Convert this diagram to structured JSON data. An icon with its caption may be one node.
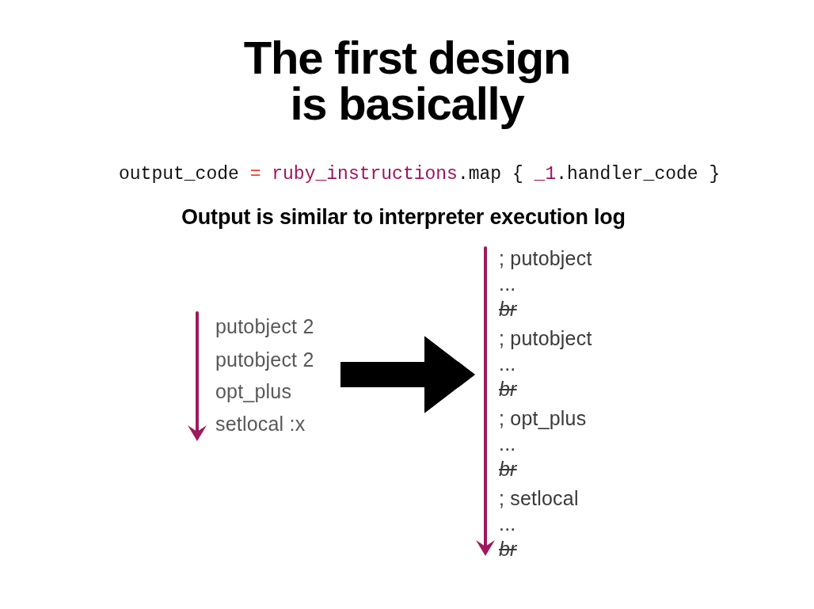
{
  "diagram": {
    "title": "The first design is basically",
    "nodes": [
      {
        "text": [
          "putobject 2",
          "putobject 2",
          "opt_plus",
          "setlocal :x"
        ]
      },
      {
        "text": [
          "; putobject",
          "...",
          "br",
          "; putobject",
          "...",
          "br",
          "; opt_plus",
          "...",
          "br",
          "; setlocal",
          "...",
          "br"
        ]
      }
    ],
    "edges": [
      {
        "from": 0,
        "to": 1,
        "arrow": "to"
      }
    ],
    "labels": [
      "output_code = ruby_instructions.map { _1.handler_code }",
      "Output is similar to interpreter execution log"
    ]
  }
}
